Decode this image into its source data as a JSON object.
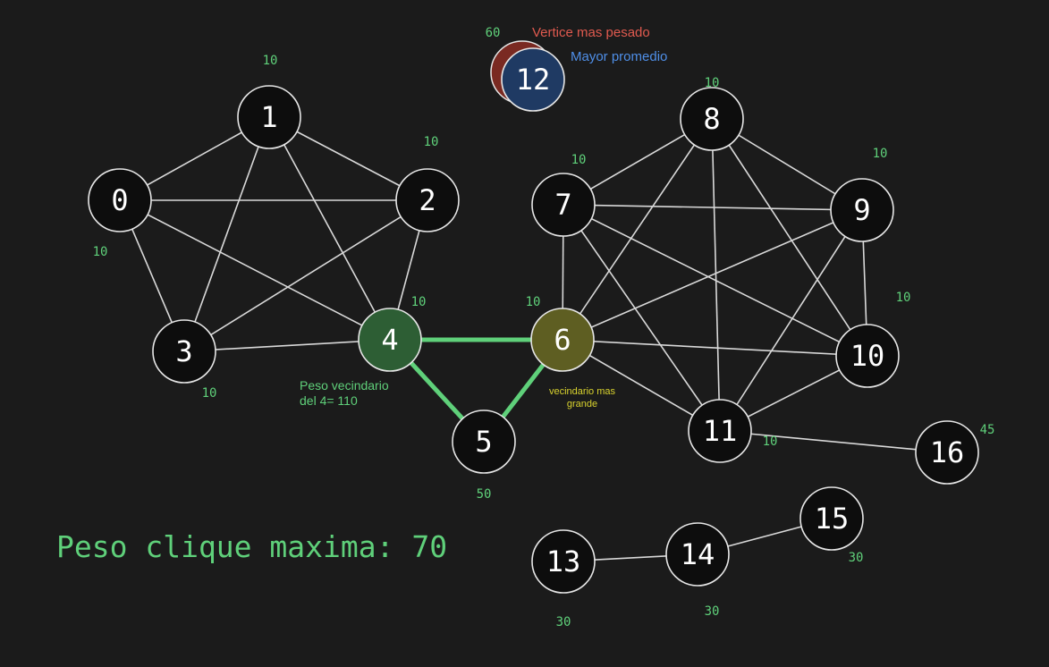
{
  "colors": {
    "background": "#1b1b1b",
    "edge": "#d9d9d9",
    "clique_edge": "#5fd07a",
    "node_fill": "#0d0d0d",
    "node_stroke": "#e6e6e6",
    "weight_text": "#5fd07a",
    "highlight_red": "#e05a4f",
    "highlight_blue": "#4f8fe8",
    "vecindario_yellow": "#d8d22e"
  },
  "nodes": [
    {
      "id": "0",
      "weight": "10",
      "fill": "#0d0d0d"
    },
    {
      "id": "1",
      "weight": "10",
      "fill": "#0d0d0d"
    },
    {
      "id": "2",
      "weight": "10",
      "fill": "#0d0d0d"
    },
    {
      "id": "3",
      "weight": "10",
      "fill": "#0d0d0d"
    },
    {
      "id": "4",
      "weight": "10",
      "fill": "#2d5e34"
    },
    {
      "id": "5",
      "weight": "50",
      "fill": "#0d0d0d"
    },
    {
      "id": "6",
      "weight": "10",
      "fill": "#5e5e22"
    },
    {
      "id": "7",
      "weight": "10",
      "fill": "#0d0d0d"
    },
    {
      "id": "8",
      "weight": "10",
      "fill": "#0d0d0d"
    },
    {
      "id": "9",
      "weight": "10",
      "fill": "#0d0d0d"
    },
    {
      "id": "10",
      "weight": "10",
      "fill": "#0d0d0d"
    },
    {
      "id": "11",
      "weight": "10",
      "fill": "#0d0d0d"
    },
    {
      "id": "12",
      "weight": "60",
      "fill": "#1f3a63"
    },
    {
      "id": "13",
      "weight": "30",
      "fill": "#0d0d0d"
    },
    {
      "id": "14",
      "weight": "30",
      "fill": "#0d0d0d"
    },
    {
      "id": "15",
      "weight": "30",
      "fill": "#0d0d0d"
    },
    {
      "id": "16",
      "weight": "45",
      "fill": "#0d0d0d"
    }
  ],
  "edges": [
    [
      "0",
      "1"
    ],
    [
      "0",
      "2"
    ],
    [
      "0",
      "3"
    ],
    [
      "0",
      "4"
    ],
    [
      "1",
      "2"
    ],
    [
      "1",
      "3"
    ],
    [
      "1",
      "4"
    ],
    [
      "2",
      "3"
    ],
    [
      "2",
      "4"
    ],
    [
      "3",
      "4"
    ],
    [
      "4",
      "6"
    ],
    [
      "4",
      "5"
    ],
    [
      "5",
      "6"
    ],
    [
      "6",
      "7"
    ],
    [
      "6",
      "8"
    ],
    [
      "6",
      "9"
    ],
    [
      "6",
      "10"
    ],
    [
      "6",
      "11"
    ],
    [
      "7",
      "8"
    ],
    [
      "7",
      "9"
    ],
    [
      "7",
      "10"
    ],
    [
      "7",
      "11"
    ],
    [
      "8",
      "9"
    ],
    [
      "8",
      "10"
    ],
    [
      "8",
      "11"
    ],
    [
      "9",
      "10"
    ],
    [
      "9",
      "11"
    ],
    [
      "10",
      "11"
    ],
    [
      "11",
      "16"
    ],
    [
      "13",
      "14"
    ],
    [
      "14",
      "15"
    ]
  ],
  "clique_edges": [
    [
      "4",
      "6"
    ],
    [
      "4",
      "5"
    ],
    [
      "5",
      "6"
    ]
  ],
  "annotations": {
    "heaviest_vertex": "Vertice mas pesado",
    "highest_average": "Mayor promedio",
    "neighborhood_weight_line1": "Peso vecindario",
    "neighborhood_weight_line2": "del 4= 110",
    "largest_neighborhood_line1": "vecindario mas",
    "largest_neighborhood_line2": "grande",
    "max_clique": "Peso clique maxima: 70"
  }
}
